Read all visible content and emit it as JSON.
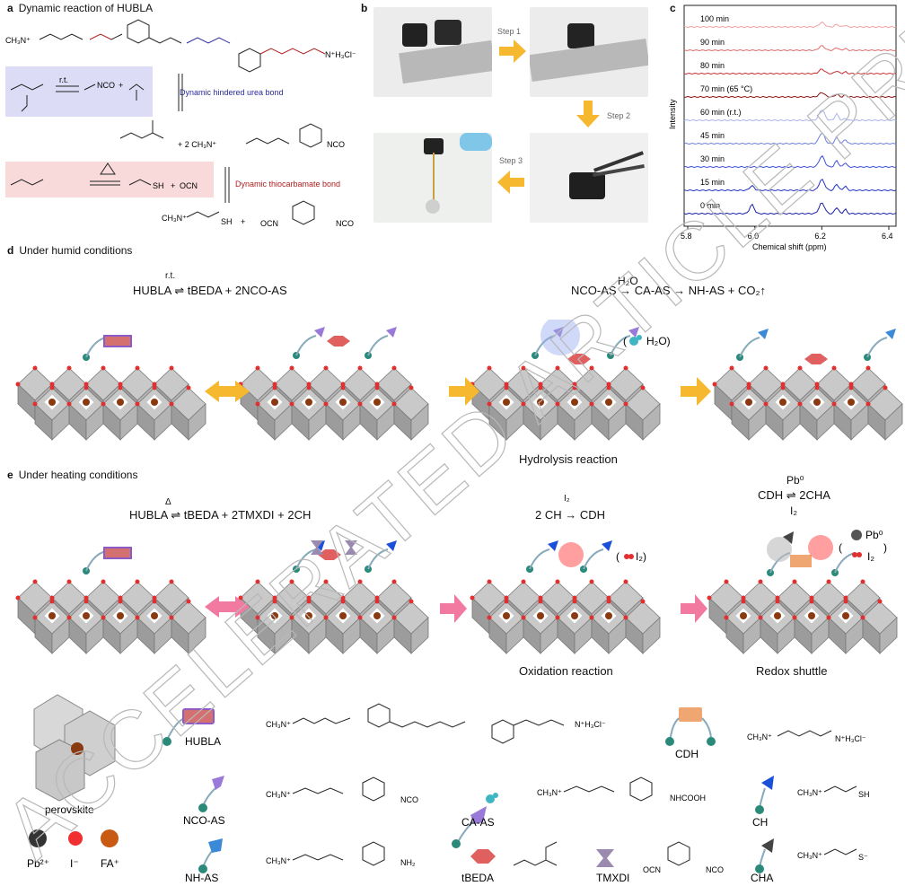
{
  "panel_a": {
    "letter": "a",
    "title": "Dynamic reaction of HUBLA",
    "hubla_left": "CH₃N⁺",
    "hubla_right": "N⁺H₃Cl⁻",
    "eq_rt": "r.t.",
    "nco": "NCO",
    "plus": "+",
    "dynamic_urea": "Dynamic hindered urea bond",
    "tbeda_plus": "+  2 CH₃N⁺",
    "dynamic_thio": "Dynamic thiocarbamate bond",
    "sh": "SH",
    "ocn": "OCN",
    "bottom_left": "CH₃N⁺",
    "bottom_sh": "SH",
    "bottom_ocn": "OCN",
    "bottom_nco": "NCO"
  },
  "panel_b": {
    "letter": "b",
    "step1": "Step 1",
    "step2": "Step 2",
    "step3": "Step 3"
  },
  "panel_c": {
    "letter": "c",
    "traces": [
      {
        "label": "100 min",
        "color": "#f0a0a0"
      },
      {
        "label": "90 min",
        "color": "#e06c6c"
      },
      {
        "label": "80 min",
        "color": "#c83030"
      },
      {
        "label": "70 min  (65 °C)",
        "color": "#8b1010"
      },
      {
        "label": "60 min  (r.t.)",
        "color": "#a9b3ee"
      },
      {
        "label": "45 min",
        "color": "#6c7fe0"
      },
      {
        "label": "30 min",
        "color": "#3c4fd8"
      },
      {
        "label": "15 min",
        "color": "#2231c4"
      },
      {
        "label": "0 min",
        "color": "#1a1fa8"
      }
    ],
    "ylabel": "Intensity",
    "xlabel": "Chemical shift (ppm)",
    "xticks": [
      "5.8",
      "6.0",
      "6.2",
      "6.4"
    ]
  },
  "panel_d": {
    "letter": "d",
    "title": "Under humid conditions",
    "eq1_top": "r.t.",
    "eq1": "HUBLA ⇌ tBEDA + 2NCO-AS",
    "eq2_top": "H₂O",
    "eq2": "NCO-AS → CA-AS → NH-AS + CO₂↑",
    "water": "H₂O)",
    "caption": "Hydrolysis reaction"
  },
  "panel_e": {
    "letter": "e",
    "title": "Under heating conditions",
    "eq1_top": "Δ",
    "eq1": "HUBLA ⇌ tBEDA + 2TMXDI + 2CH",
    "eq2_top": "I₂",
    "eq2": "2 CH → CDH",
    "eq3_top": "Pb⁰",
    "eq3": "CDH ⇌ 2CHA",
    "eq3_bottom": "I₂",
    "iodine": "I₂)",
    "pb0": "Pb⁰",
    "i2": "I₂",
    "caption1": "Oxidation reaction",
    "caption2": "Redox shuttle"
  },
  "legend": {
    "perovskite": "perovskite",
    "pb": "Pb²⁺",
    "i": "I⁻",
    "fa": "FA⁺",
    "hubla": "HUBLA",
    "nco_as": "NCO-AS",
    "nh_as": "NH-AS",
    "ca_as": "CA-AS",
    "tbeda": "tBEDA",
    "tmxdi": "TMXDI",
    "cdh": "CDH",
    "ch": "CH",
    "cha": "CHA",
    "hubla_formula_left": "CH₃N⁺",
    "hubla_formula_right": "N⁺H₃Cl⁻",
    "nco_formula_left": "CH₃N⁺",
    "nco_formula_right": "NCO",
    "nh_formula_left": "CH₃N⁺",
    "nh_formula_right": "NH₂",
    "ca_formula_left": "CH₃N⁺",
    "ca_formula_right": "NHCOOH",
    "tmxdi_left": "OCN",
    "tmxdi_right": "NCO",
    "cdh_formula_left": "CH₃N⁺",
    "cdh_formula_right": "N⁺H₃Cl⁻",
    "ch_formula": "CH₃N⁺",
    "ch_sh": "SH",
    "cha_formula": "CH₃N⁺",
    "cha_s": "S⁻"
  },
  "watermark": "ACCELERATED ARTICLE PREVIEW",
  "colors": {
    "arrow_yellow": "#f5b82e",
    "arrow_pink": "#f27aa0",
    "urea_box": "#dcdcf7",
    "thio_box": "#f8dada",
    "urea_text": "#2a2aa0",
    "thio_text": "#b02020"
  }
}
